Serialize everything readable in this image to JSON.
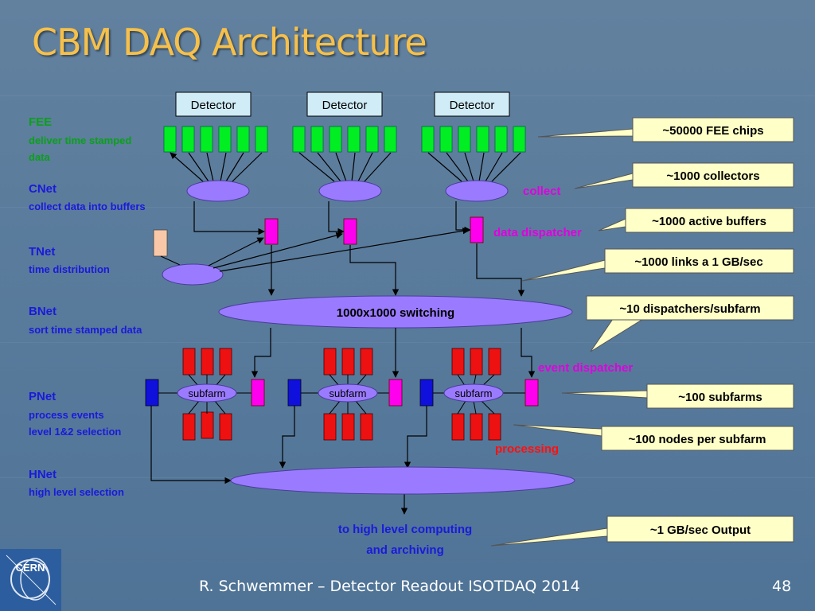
{
  "title": "CBM DAQ Architecture",
  "detectors": [
    "Detector",
    "Detector",
    "Detector"
  ],
  "layers": [
    {
      "name": "FEE",
      "desc": [
        "deliver time stamped",
        "data"
      ],
      "color": "#0aa01a"
    },
    {
      "name": "CNet",
      "desc": [
        "collect data into buffers"
      ],
      "color": "#1a1adb"
    },
    {
      "name": "TNet",
      "desc": [
        "time distribution"
      ],
      "color": "#1a1adb"
    },
    {
      "name": "BNet",
      "desc": [
        "sort time stamped data"
      ],
      "color": "#1a1adb"
    },
    {
      "name": "PNet",
      "desc": [
        "process events",
        "level 1&2 selection"
      ],
      "color": "#1a1adb"
    },
    {
      "name": "HNet",
      "desc": [
        "high level selection"
      ],
      "color": "#1a1adb"
    }
  ],
  "switching_label": "1000x1000 switching",
  "subfarm_label": "subfarm",
  "stage_labels": {
    "collect": "collect",
    "data_dispatcher": "data dispatcher",
    "event_dispatcher": "event dispatcher",
    "processing": "processing"
  },
  "output_text": [
    "to high level computing",
    "and archiving"
  ],
  "callouts": [
    "~50000 FEE chips",
    "~1000 collectors",
    "~1000 active buffers",
    "~1000 links a 1 GB/sec",
    "~10 dispatchers/subfarm",
    "~100 subfarms",
    "~100 nodes per subfarm",
    "~1 GB/sec Output"
  ],
  "logo_text": "CERN",
  "footer": "R. Schwemmer – Detector Readout ISOTDAQ 2014",
  "page_number": "48",
  "colors": {
    "title": "#f6c04a",
    "fee_chip": "#00ee22",
    "collector": "#9a7bff",
    "buffer": "#ff00ee",
    "node": "#ee1111",
    "dispatcher_blue": "#1010dd",
    "tnet_box": "#f8c8a8",
    "callout_bg": "#ffffc8"
  }
}
